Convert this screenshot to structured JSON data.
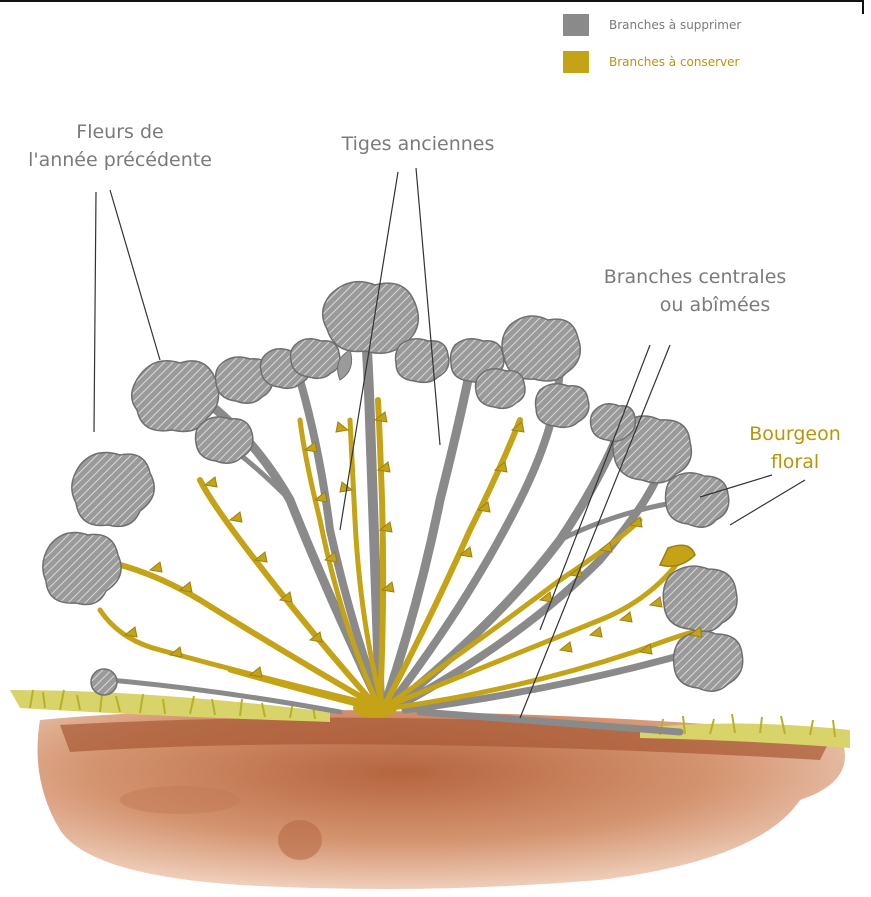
{
  "legend": {
    "remove_label": "Branches à supprimer",
    "keep_label": "Branches à conserver",
    "remove_color": "#8a8a8a",
    "keep_color": "#c4a317"
  },
  "labels": {
    "flowers_line1": "Fleurs de",
    "flowers_line2": "l'année précédente",
    "old_stems": "Tiges anciennes",
    "central_line1": "Branches centrales",
    "central_line2": "ou abîmées",
    "bud_line1": "Bourgeon",
    "bud_line2": "floral"
  },
  "colors": {
    "label_gray": "#7b7b7b",
    "label_gold": "#b8960c",
    "soil": "#c47a4e",
    "grass": "#c9c84a"
  }
}
